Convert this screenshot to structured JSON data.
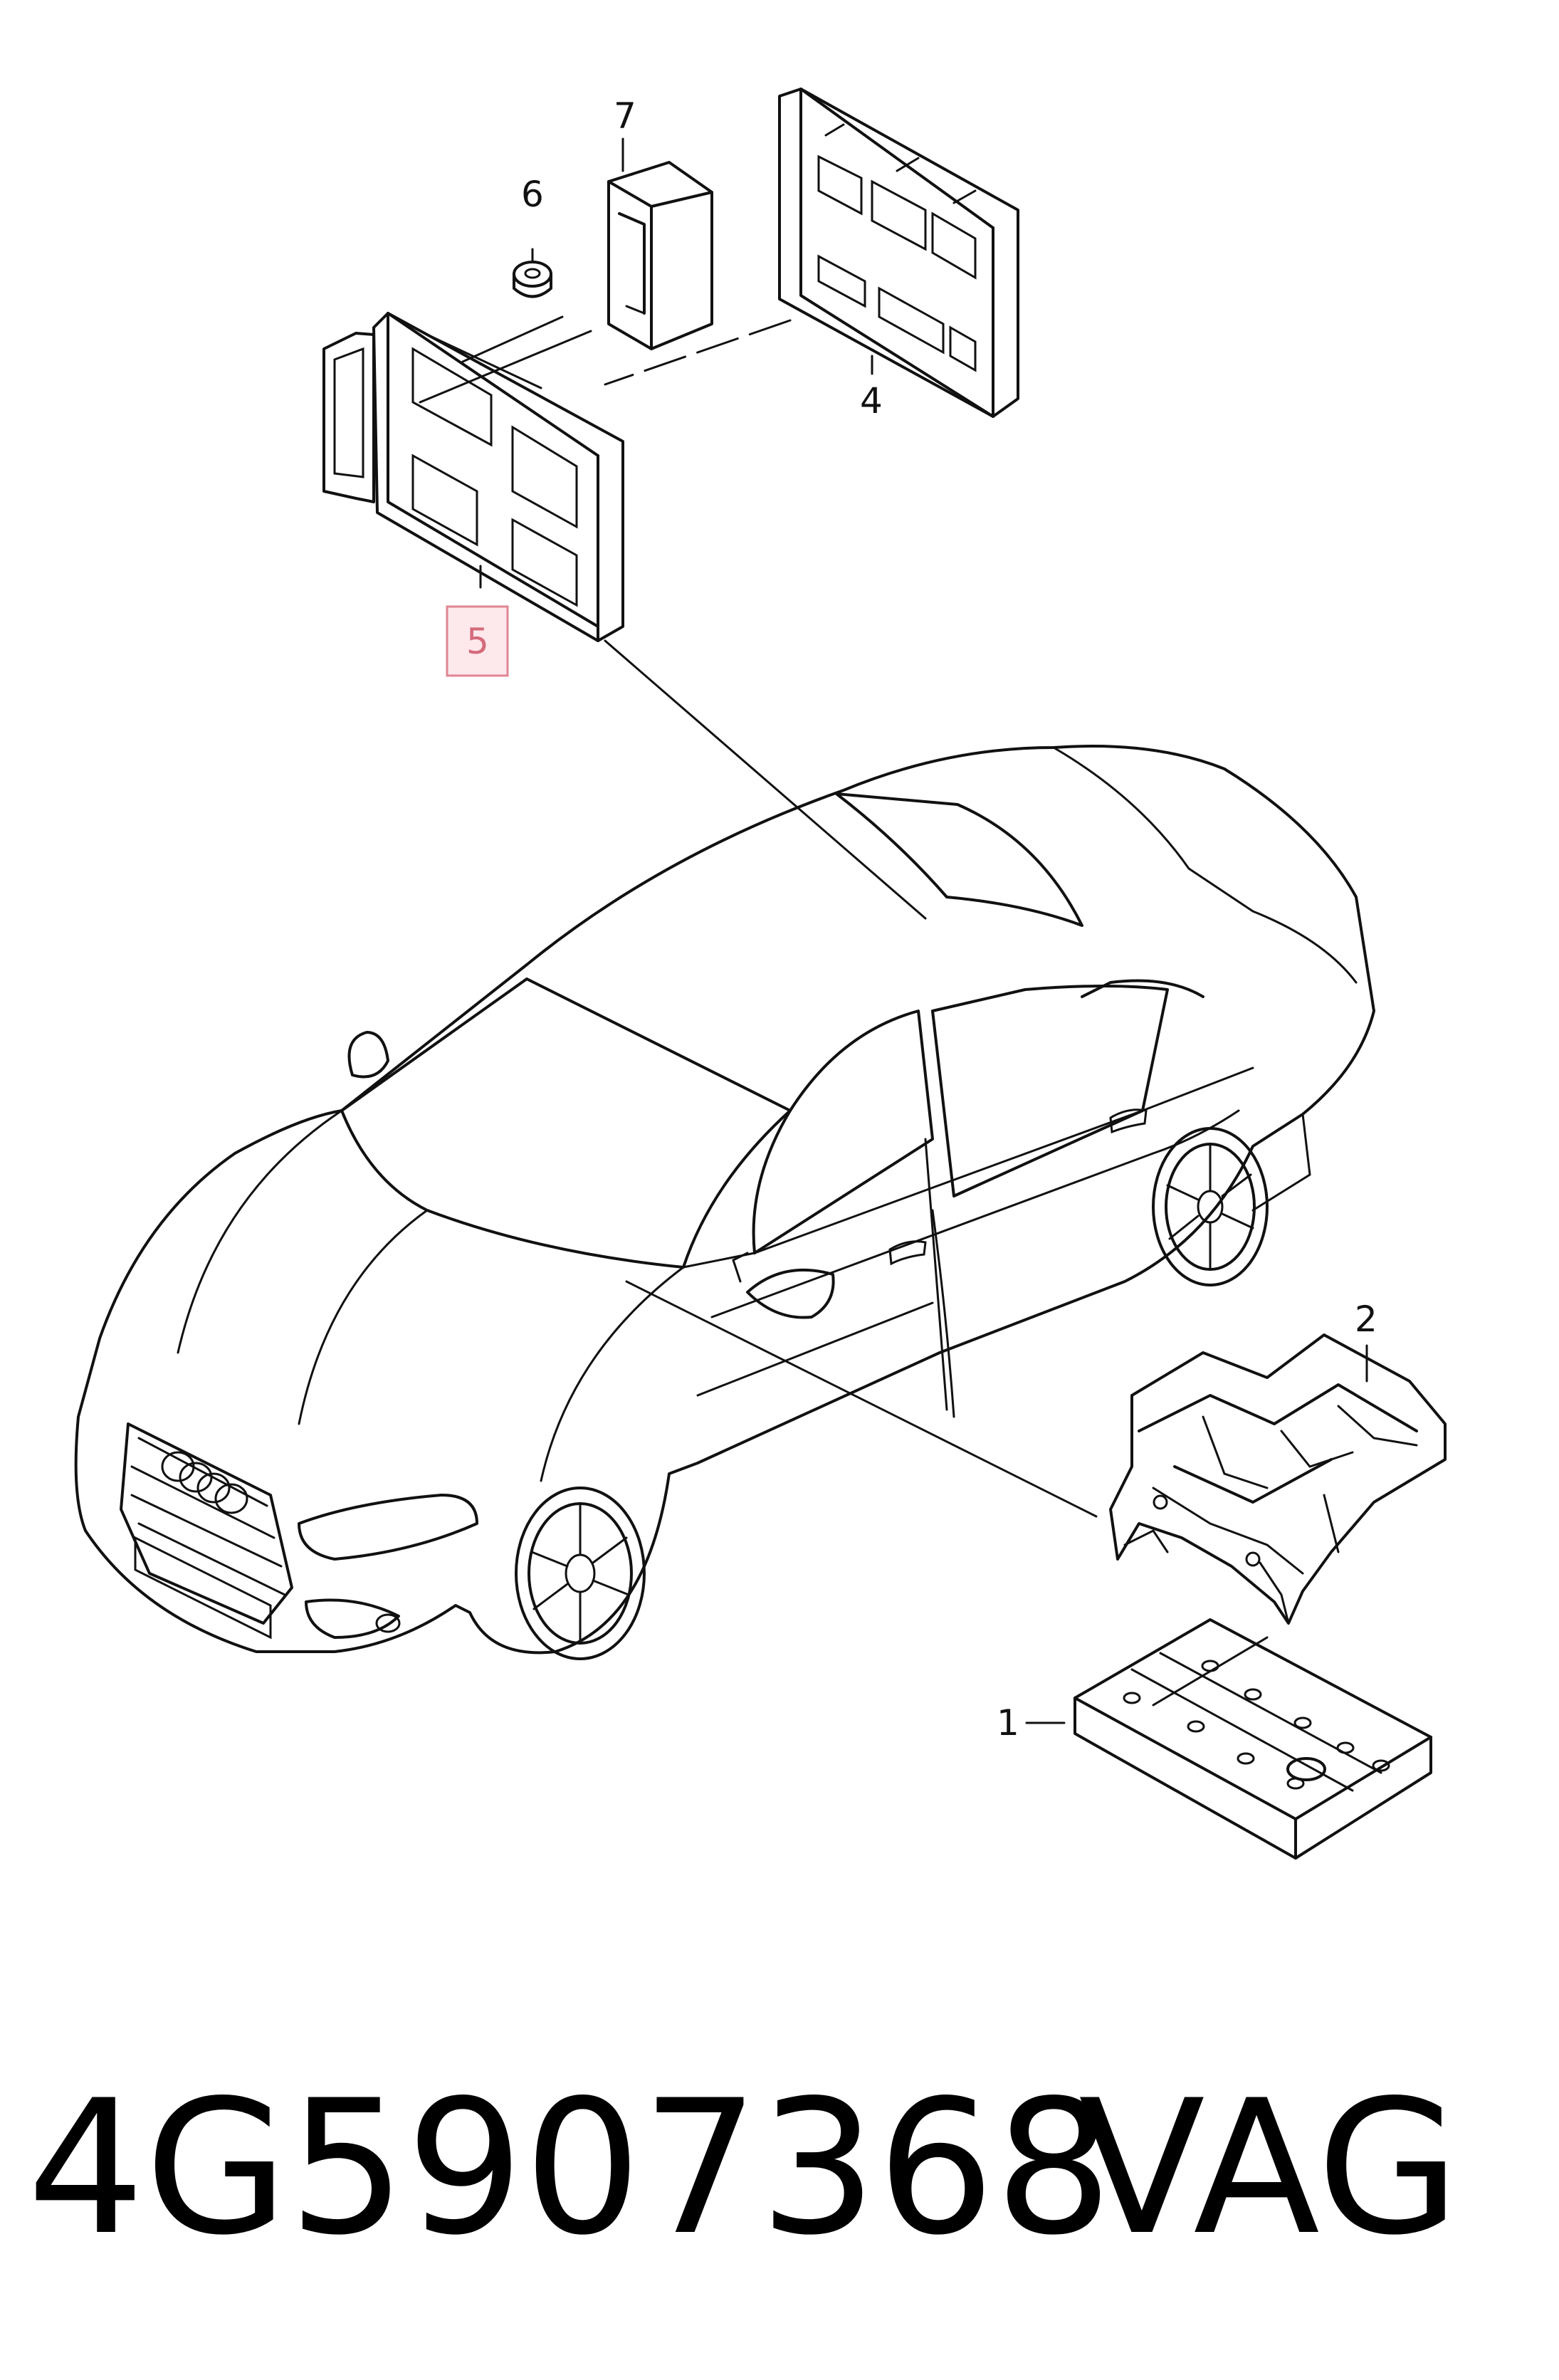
{
  "callouts": {
    "c1": "1",
    "c2": "2",
    "c4": "4",
    "c5": "5",
    "c6": "6",
    "c7": "7"
  },
  "footer": {
    "part_number": "4G5907368",
    "brand": "VAG"
  },
  "colors": {
    "line": "#111111",
    "highlight_fill": "#fde8ec",
    "highlight_stroke": "#e08593"
  }
}
